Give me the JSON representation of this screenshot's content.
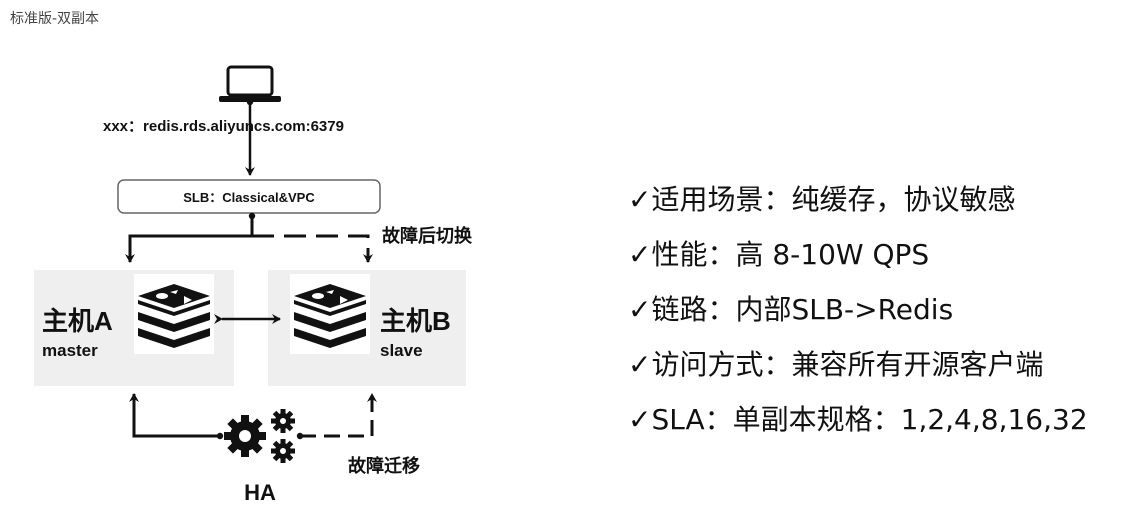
{
  "page_title": "标准版-双副本",
  "diagram": {
    "endpoint": "xxx：redis.rds.aliyuncs.com:6379",
    "slb": "SLB：Classical&VPC",
    "failover_switch": "故障后切换",
    "master": {
      "title": "主机A",
      "role": "master"
    },
    "slave": {
      "title": "主机B",
      "role": "slave"
    },
    "failover_migrate": "故障迁移",
    "ha": "HA",
    "icons": [
      "laptop-icon",
      "redis-logo-icon",
      "gears-icon"
    ]
  },
  "features": [
    "✓适用场景：纯缓存，协议敏感",
    "✓性能：高 8-10W QPS",
    "✓链路：内部SLB->Redis",
    "✓访问方式：兼容所有开源客户端",
    "✓SLA：单副本规格：1,2,4,8,16,32"
  ]
}
